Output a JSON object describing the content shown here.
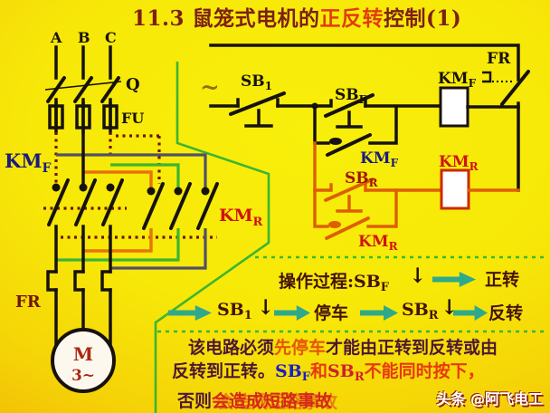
{
  "title": {
    "prefix": "11.3 鼠笼式电机的",
    "highlight": "正反转",
    "suffix": "控制(1)"
  },
  "colors": {
    "background_yellow": "#f7e808",
    "edge_orange": "#eb9c07",
    "circuit_black": "#17120a",
    "green_wire": "#3db531",
    "orange_wire": "#e8730a",
    "slate_wire": "#50506a",
    "navy_label": "#1b1b7e",
    "red_label": "#cf1310",
    "teal_arrow": "#2fa98c",
    "title_maroon": "#7d2016",
    "title_red": "#e23c0e",
    "note_dark": "#4d1733",
    "note_blue": "#1c1cc4"
  },
  "main_circuit": {
    "phase_a": "A",
    "phase_b": "B",
    "phase_c": "C",
    "switch_label": "Q",
    "fuse_label": "FU",
    "km": "KM",
    "sub_f": "F",
    "sub_r": "R",
    "thermal_label": "FR",
    "motor_letter": "M",
    "motor_type": "3~"
  },
  "control_circuit": {
    "ac_symbol": "~",
    "sb": "SB",
    "sub_1": "1",
    "sub_f": "F",
    "sub_r": "R",
    "km": "KM",
    "thermal_label": "FR"
  },
  "flow": {
    "heading": "操作过程:",
    "sb": "SB",
    "sub_f": "F",
    "sub_1": "1",
    "sub_r": "R",
    "down_arrow": "↓",
    "forward": "正转",
    "stop": "停车",
    "reverse": "反转"
  },
  "note": {
    "l1_a": "该电路必须",
    "l1_b": "先停车",
    "l1_c": "才能由正转到反转或由",
    "l2_a": "反转到正转。",
    "l2_sb1": "SB",
    "l2_sb1_sub": "F",
    "l2_and": "和",
    "l2_sb2": "SB",
    "l2_sb2_sub": "R",
    "l2_b": "不能同时按下，",
    "l3_a": "否则",
    "l3_b": "会造成短路事故"
  },
  "watermark": "头条 @阿飞电工"
}
